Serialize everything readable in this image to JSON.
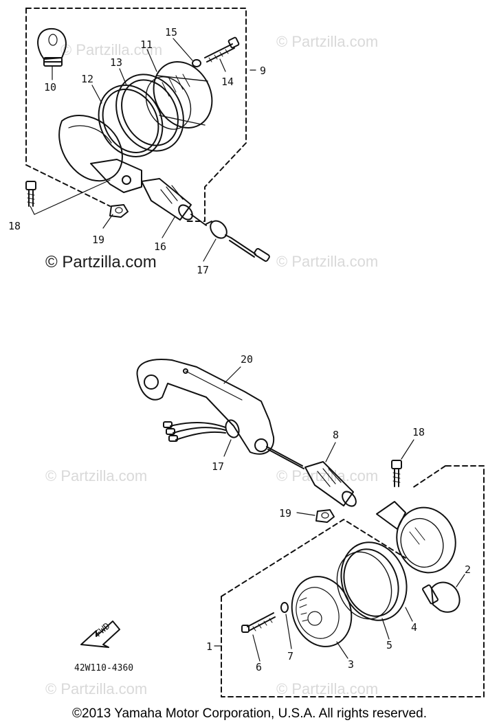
{
  "watermarks": {
    "faint": "© Partzilla.com",
    "strong": "© Partzilla.com"
  },
  "callouts": {
    "c1": "1",
    "c2": "2",
    "c3": "3",
    "c4": "4",
    "c5": "5",
    "c6": "6",
    "c7": "7",
    "c8": "8",
    "c9": "9",
    "c10": "10",
    "c11": "11",
    "c12": "12",
    "c13": "13",
    "c14": "14",
    "c15": "15",
    "c16": "16",
    "c17a": "17",
    "c17b": "17",
    "c18a": "18",
    "c18b": "18",
    "c19a": "19",
    "c19b": "19",
    "c20": "20"
  },
  "fwd_label": "FWD",
  "diagram_code": "42W110-4360",
  "copyright": "©2013 Yamaha Motor Corporation, U.S.A. All rights reserved."
}
